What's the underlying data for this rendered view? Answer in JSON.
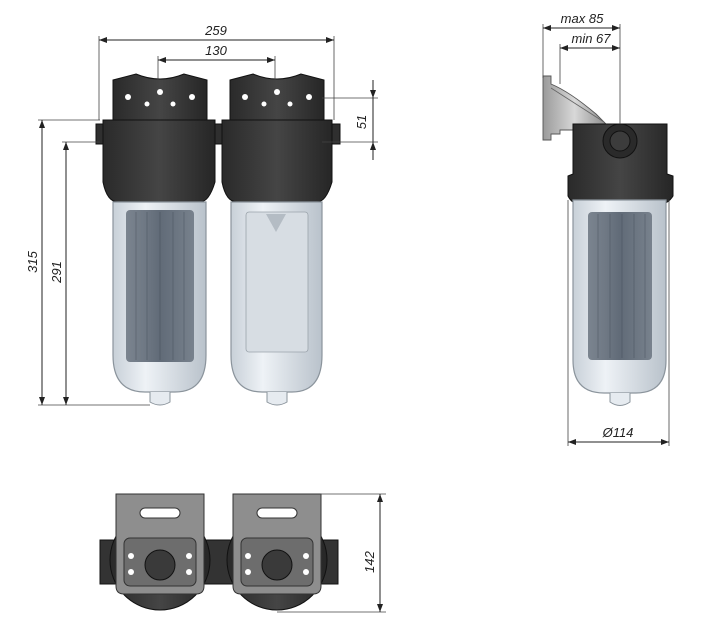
{
  "dimensions": {
    "overall_width": "259",
    "spacing": "130",
    "height_315": "315",
    "height_291": "291",
    "inlet_offset": "51",
    "wall_max": "max 85",
    "wall_min": "min 67",
    "diameter": "Ø114",
    "depth": "142"
  },
  "colors": {
    "head_dark": "#2b2b2b",
    "head_mid": "#3d3d3d",
    "bowl_fill": "#dfe6ee",
    "bowl_stroke": "#8b949c",
    "cartridge": "#56606d",
    "bracket": "#c9c9c9"
  }
}
